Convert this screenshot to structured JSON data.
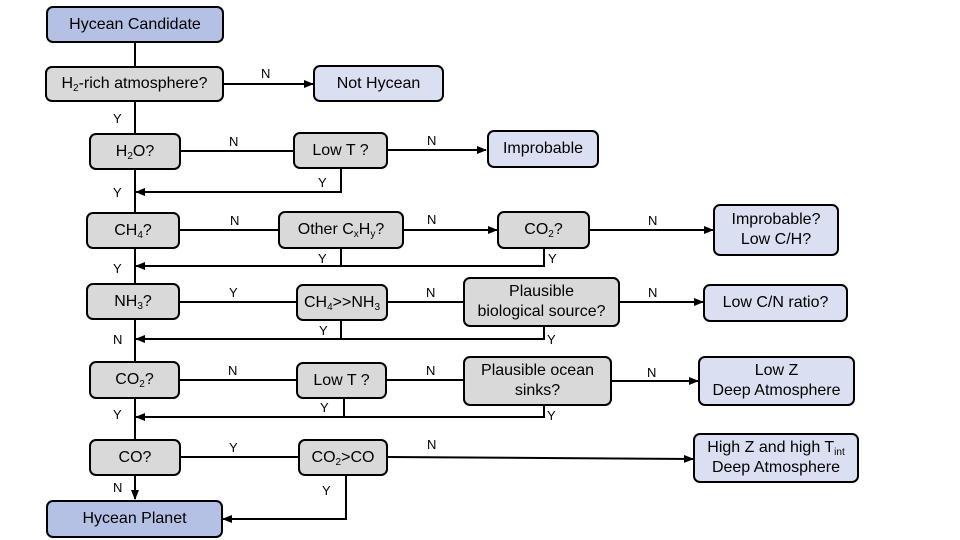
{
  "nodes": {
    "start": {
      "text": "Hycean Candidate"
    },
    "h2": {
      "pre": "H",
      "sub": "2",
      "post": "-rich atmosphere?"
    },
    "not_hycean": {
      "text": "Not Hycean"
    },
    "h2o": {
      "pre": "H",
      "sub": "2",
      "post": "O?"
    },
    "lowt1": {
      "text": "Low T ?"
    },
    "improbable1": {
      "text": "Improbable"
    },
    "ch4": {
      "pre": "CH",
      "sub": "4",
      "post": "?"
    },
    "other_cxhy": {
      "pre": "Other C",
      "sub1": "x",
      "mid": "H",
      "sub2": "y",
      "post": "?"
    },
    "co2_a": {
      "pre": "CO",
      "sub": "2",
      "post": "?"
    },
    "improbable2": {
      "line1": "Improbable?",
      "line2": "Low C/H?"
    },
    "nh3": {
      "pre": "NH",
      "sub": "3",
      "post": "?"
    },
    "ch4_nh3": {
      "pre": "CH",
      "sub1": "4",
      "mid": ">>NH",
      "sub2": "3"
    },
    "bio": {
      "line1": "Plausible",
      "line2": "biological source?"
    },
    "low_cn": {
      "text": "Low C/N ratio?"
    },
    "co2_b": {
      "pre": "CO",
      "sub": "2",
      "post": "?"
    },
    "lowt2": {
      "text": "Low T ?"
    },
    "ocean": {
      "line1": "Plausible ocean",
      "line2": "sinks?"
    },
    "lowz": {
      "line1": "Low Z",
      "line2": "Deep Atmosphere"
    },
    "co": {
      "text": "CO?"
    },
    "co2_co": {
      "pre": "CO",
      "sub": "2",
      "post": ">CO"
    },
    "highz": {
      "pre": "High Z and high T",
      "sub": "int",
      "line2": "Deep Atmosphere"
    },
    "end": {
      "text": "Hycean Planet"
    }
  },
  "edge_labels": {
    "yes": "Y",
    "no": "N"
  },
  "colors": {
    "decision_fill": "#d9d9d9",
    "outcome_fill": "#dae0f1",
    "terminal_fill": "#b4c1e4",
    "stroke": "#000000"
  }
}
